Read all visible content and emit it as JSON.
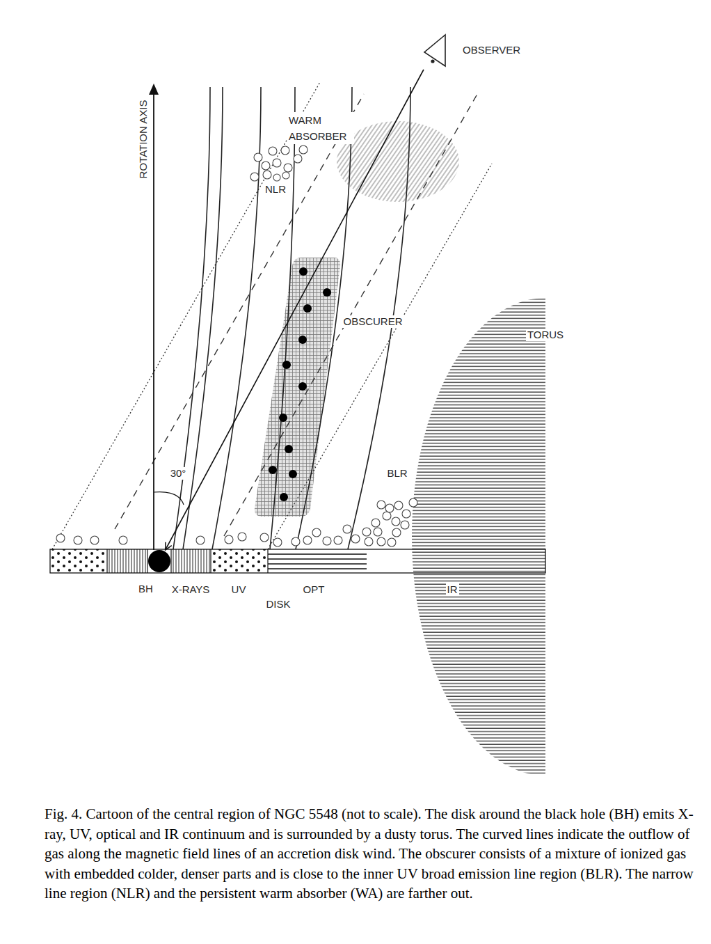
{
  "diagram": {
    "caption": "Fig. 4. Cartoon of the central region of NGC 5548 (not to scale). The disk around the black hole (BH) emits X-ray, UV, optical and IR continuum and is surrounded by a dusty torus. The curved lines indicate the outflow of gas along the magnetic field lines of an accretion disk wind. The obscurer consists of a mixture of ionized gas with embedded colder, denser parts and is close to the inner UV broad emission line region (BLR). The narrow line region (NLR) and the persistent warm absorber (WA) are farther out.",
    "nodes": [
      {
        "text": [
          "OBSERVER"
        ]
      },
      {
        "text": [
          "BH"
        ]
      }
    ],
    "edges": [
      {
        "from": 0,
        "to": 1,
        "arrow": "to"
      }
    ],
    "labels": [
      "ROTATION AXIS",
      "WARM ABSORBER",
      "NLR",
      "OBSCURER",
      "TORUS",
      "30°",
      "BLR",
      "X-RAYS",
      "UV",
      "OPT",
      "DISK",
      "IR"
    ]
  }
}
